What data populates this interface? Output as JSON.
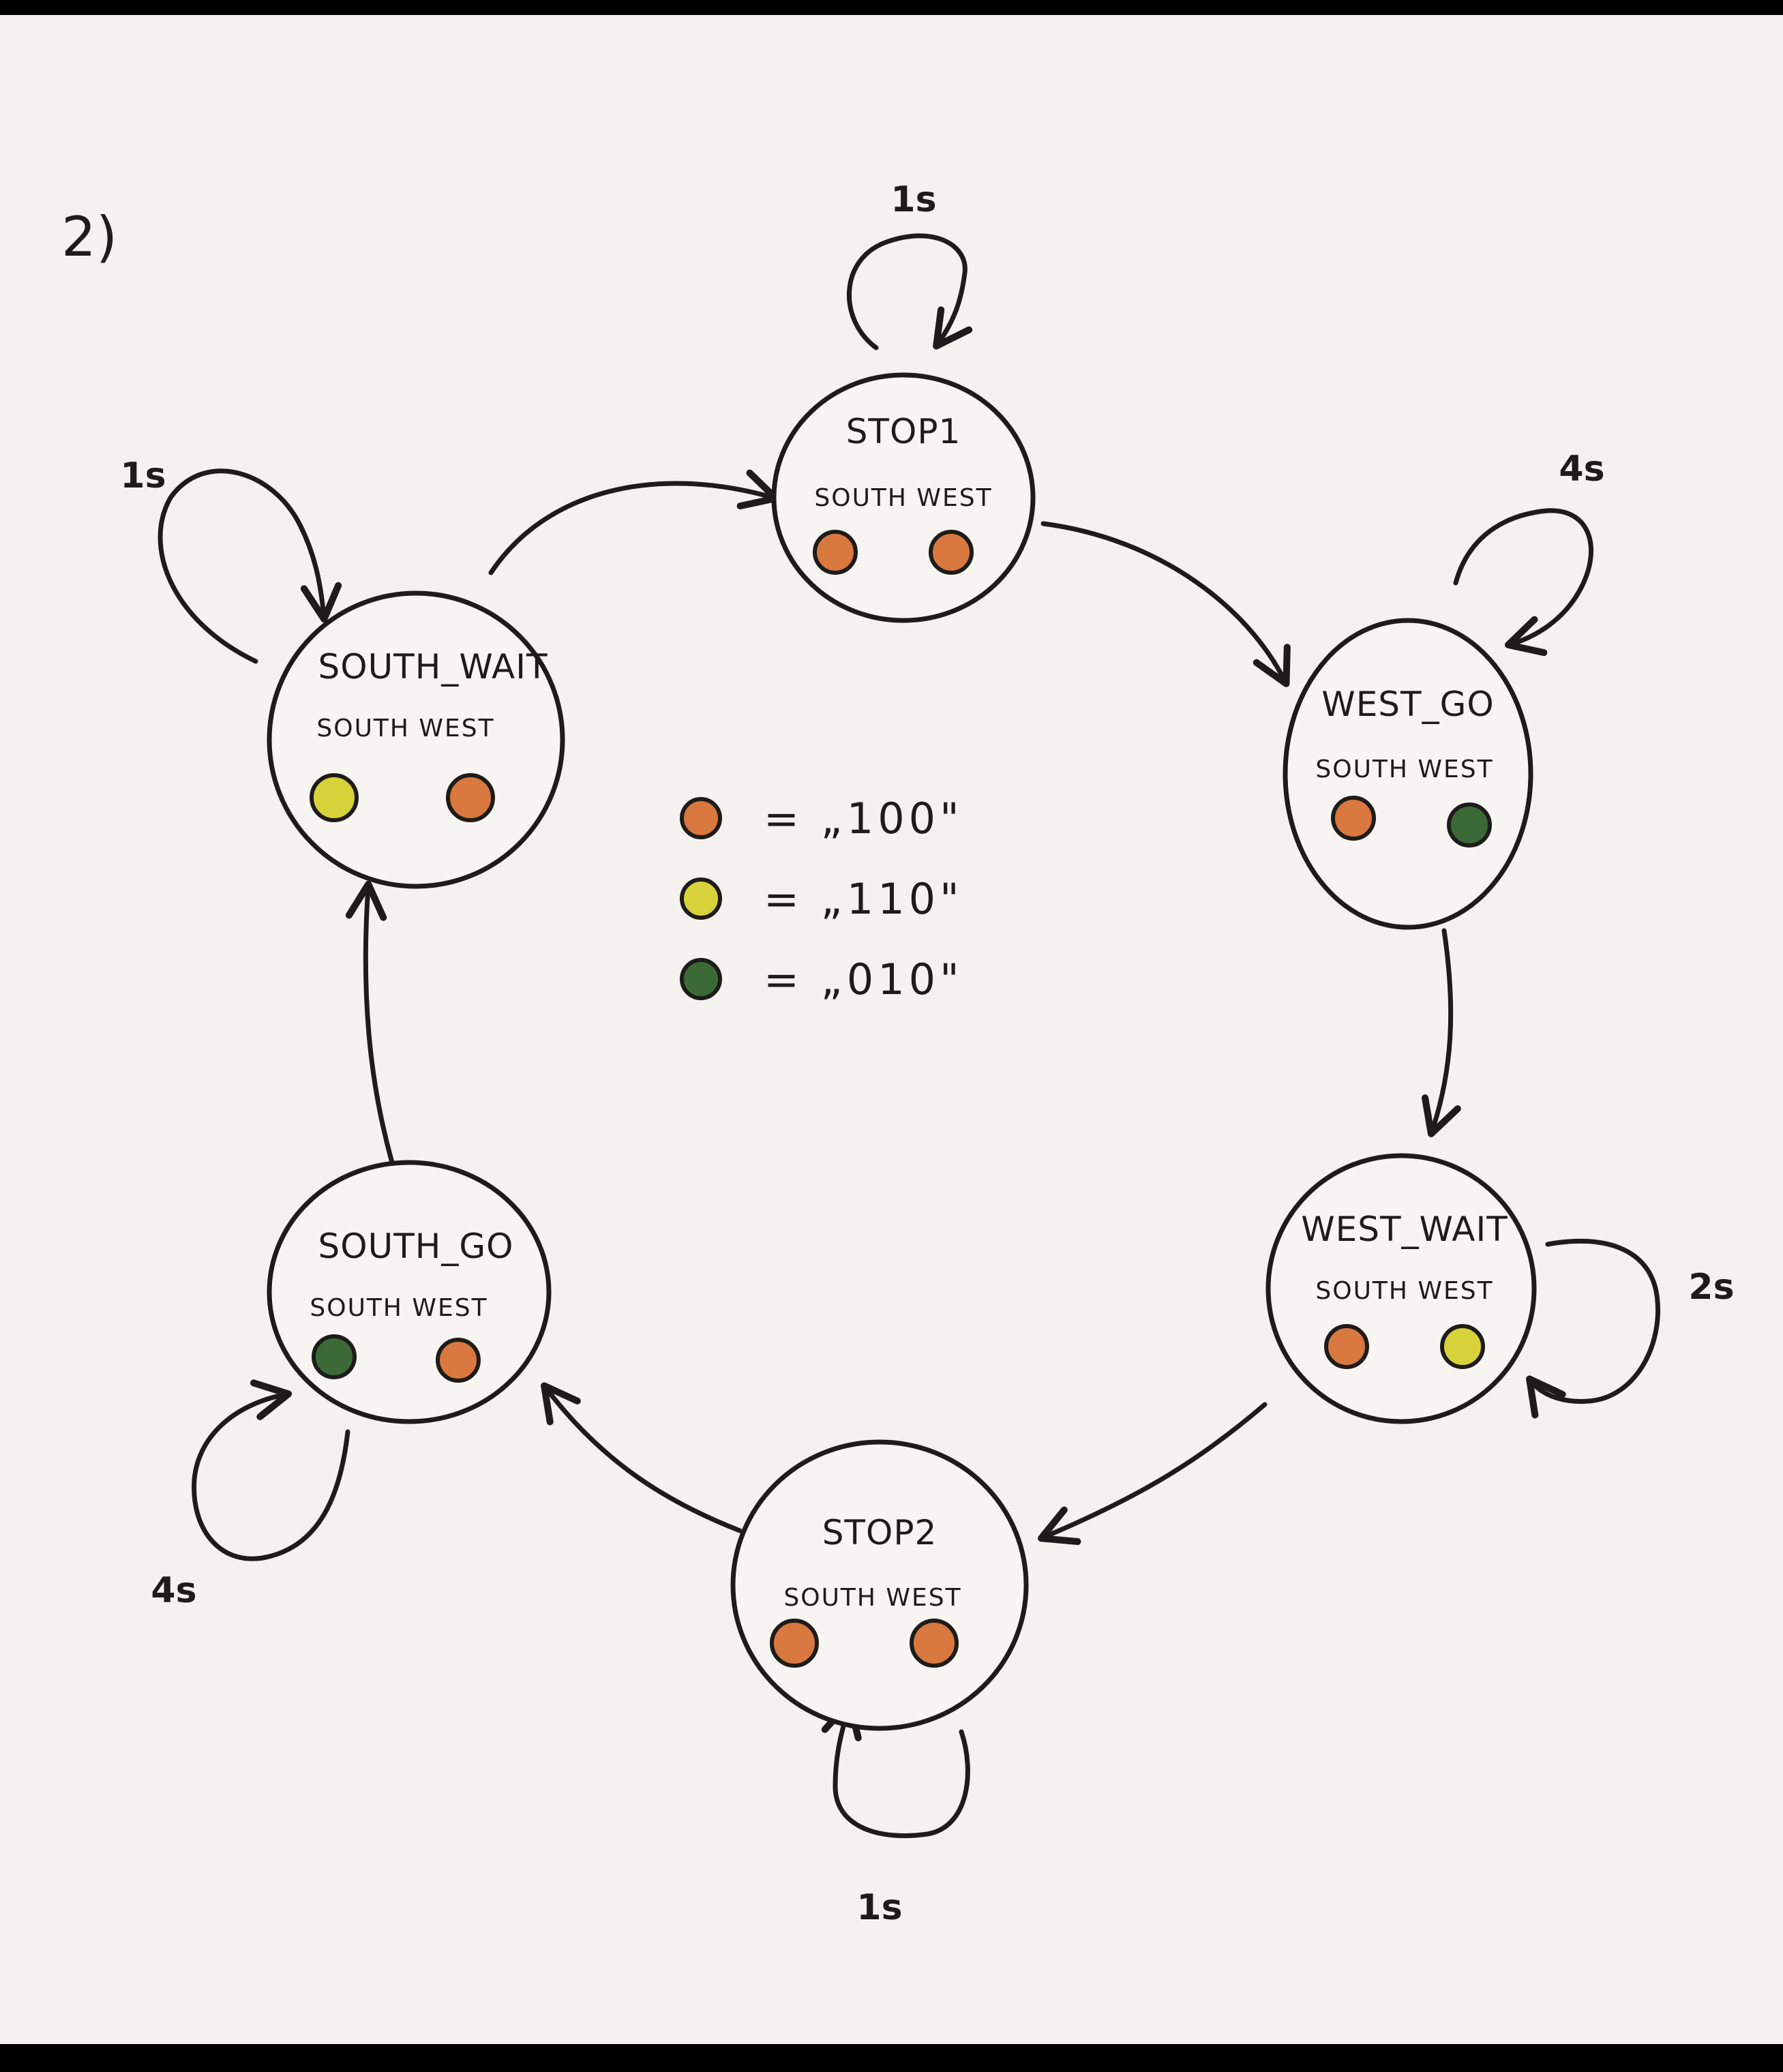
{
  "question_number": "2)",
  "colors": {
    "red": "#d9783f",
    "yellow": "#d8d23a",
    "green": "#3b6a36",
    "ink": "#1e1c1a",
    "paper": "#f3f2ee"
  },
  "states": [
    {
      "id": "stop1",
      "name": "STOP1",
      "labels": "SOUTH WEST",
      "south": "red",
      "west": "red",
      "self_loop": "1s"
    },
    {
      "id": "west_go",
      "name": "WEST_GO",
      "labels": "SOUTH WEST",
      "south": "red",
      "west": "green",
      "self_loop": "4s"
    },
    {
      "id": "west_wait",
      "name": "WEST_WAIT",
      "labels": "SOUTH WEST",
      "south": "red",
      "west": "yellow",
      "self_loop": "2s"
    },
    {
      "id": "stop2",
      "name": "STOP2",
      "labels": "SOUTH WEST",
      "south": "red",
      "west": "red",
      "self_loop": "1s"
    },
    {
      "id": "south_go",
      "name": "SOUTH_GO",
      "labels": "SOUTH WEST",
      "south": "green",
      "west": "red",
      "self_loop": "4s"
    },
    {
      "id": "south_wait",
      "name": "SOUTH_WAIT",
      "labels": "SOUTH WEST",
      "south": "yellow",
      "west": "red",
      "self_loop": "1s"
    }
  ],
  "transitions": [
    {
      "from": "south_wait",
      "to": "stop1"
    },
    {
      "from": "stop1",
      "to": "west_go"
    },
    {
      "from": "west_go",
      "to": "west_wait"
    },
    {
      "from": "west_wait",
      "to": "stop2"
    },
    {
      "from": "stop2",
      "to": "south_go"
    },
    {
      "from": "south_go",
      "to": "south_wait"
    }
  ],
  "legend": [
    {
      "color": "red",
      "text": "= „100\""
    },
    {
      "color": "yellow",
      "text": "= „110\""
    },
    {
      "color": "green",
      "text": "= „010\""
    }
  ]
}
